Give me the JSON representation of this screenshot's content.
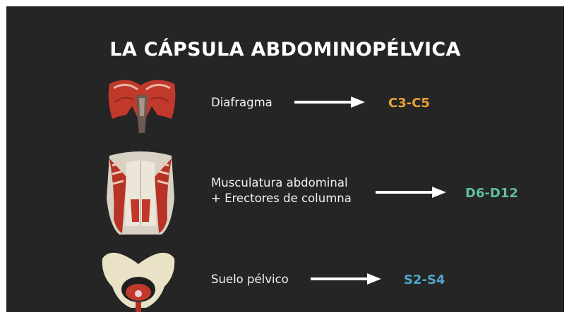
{
  "title": "LA CÁPSULA ABDOMINOPÉLVICA",
  "rows": [
    {
      "label_lines": [
        "Diafragma"
      ],
      "level": "C3-C5",
      "level_color": "#e8a13a",
      "illustration": "diaphragm-illustration"
    },
    {
      "label_lines": [
        "Musculatura abdominal",
        "+ Erectores de columna"
      ],
      "level": "D6-D12",
      "level_color": "#5fbf9e",
      "illustration": "abdominal-muscles-illustration"
    },
    {
      "label_lines": [
        "Suelo pélvico"
      ],
      "level": "S2-S4",
      "level_color": "#4fa6c9",
      "illustration": "pelvis-illustration"
    }
  ],
  "arrow_color": "#ffffff"
}
